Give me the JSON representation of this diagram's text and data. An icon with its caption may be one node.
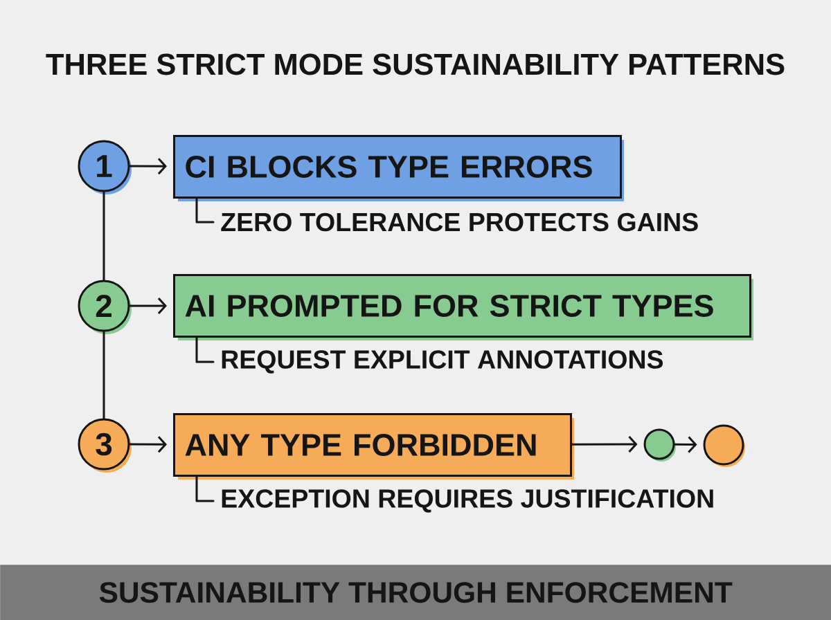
{
  "diagram": {
    "title": "THREE STRICT MODE SUSTAINABILITY PATTERNS",
    "nodes": [
      {
        "text": [
          "1"
        ]
      },
      {
        "text": [
          "CI BLOCKS TYPE ERRORS"
        ]
      },
      {
        "text": [
          "ZERO TOLERANCE PROTECTS GAINS"
        ]
      },
      {
        "text": [
          "2"
        ]
      },
      {
        "text": [
          "AI PROMPTED FOR STRICT TYPES"
        ]
      },
      {
        "text": [
          "REQUEST EXPLICIT ANNOTATIONS"
        ]
      },
      {
        "text": [
          "3"
        ]
      },
      {
        "text": [
          "ANY TYPE FORBIDDEN"
        ]
      },
      {
        "text": [],
        "shape": "circle"
      },
      {
        "text": [],
        "shape": "circle"
      },
      {
        "text": [
          "EXCEPTION REQUIRES JUSTIFICATION"
        ]
      },
      {
        "text": [
          "SUSTAINABILITY THROUGH ENFORCEMENT"
        ]
      }
    ],
    "edges": [
      {
        "from": 0,
        "to": 1,
        "arrow": "to"
      },
      {
        "from": 1,
        "to": 2,
        "arrow": "none"
      },
      {
        "from": 0,
        "to": 3,
        "arrow": "none"
      },
      {
        "from": 3,
        "to": 4,
        "arrow": "to"
      },
      {
        "from": 4,
        "to": 5,
        "arrow": "none"
      },
      {
        "from": 3,
        "to": 6,
        "arrow": "none"
      },
      {
        "from": 6,
        "to": 7,
        "arrow": "to"
      },
      {
        "from": 7,
        "to": 8,
        "arrow": "to"
      },
      {
        "from": 8,
        "to": 9,
        "arrow": "to"
      },
      {
        "from": 7,
        "to": 10,
        "arrow": "none"
      }
    ]
  }
}
